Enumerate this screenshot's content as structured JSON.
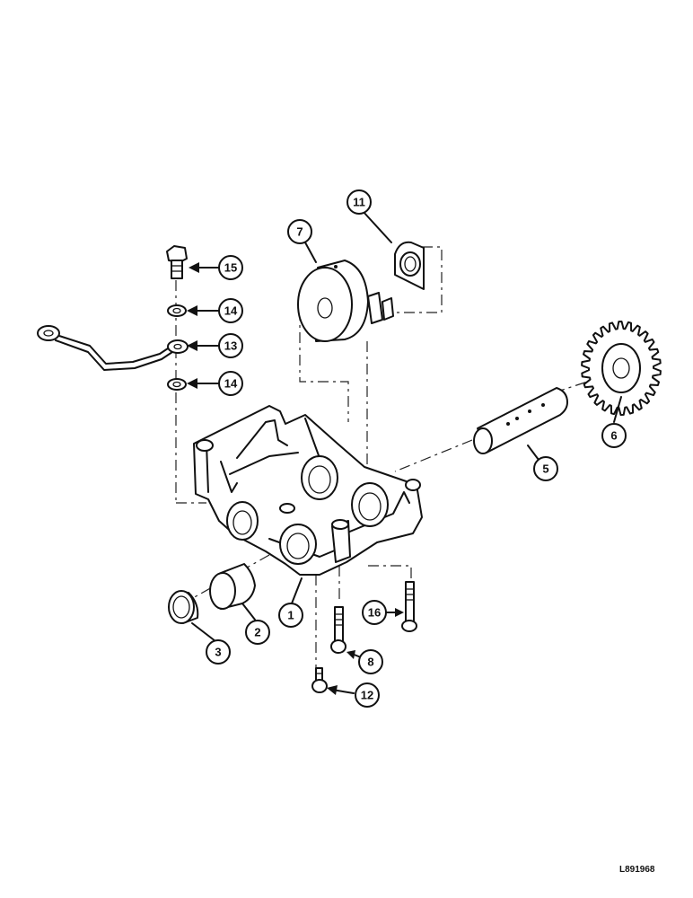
{
  "callouts": [
    "1",
    "2",
    "3",
    "5",
    "6",
    "7",
    "8",
    "11",
    "12",
    "13",
    "14",
    "14",
    "15",
    "16"
  ],
  "reference_code": "L891968"
}
